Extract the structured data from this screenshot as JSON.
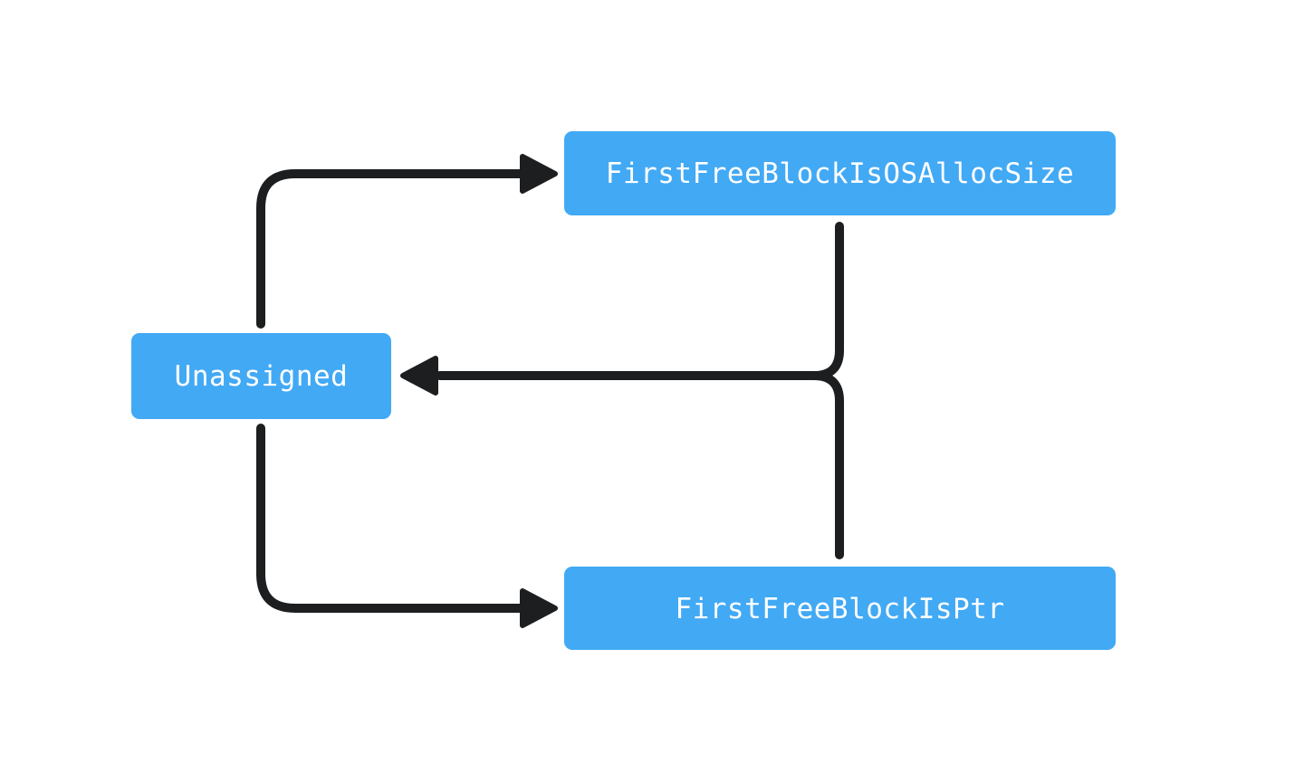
{
  "diagram": {
    "background_color": "#ffffff",
    "node_fill_color": "#42a9f5",
    "node_text_color": "#ffffff",
    "edge_color": "#1d1e20",
    "nodes": {
      "unassigned": {
        "label": "Unassigned"
      },
      "os_alloc_size": {
        "label": "FirstFreeBlockIsOSAllocSize"
      },
      "is_ptr": {
        "label": "FirstFreeBlockIsPtr"
      }
    },
    "edges": [
      {
        "from": "Unassigned",
        "to": "FirstFreeBlockIsOSAllocSize"
      },
      {
        "from": "Unassigned",
        "to": "FirstFreeBlockIsPtr"
      },
      {
        "from": "FirstFreeBlockIsOSAllocSize",
        "to": "Unassigned"
      },
      {
        "from": "FirstFreeBlockIsPtr",
        "to": "Unassigned"
      }
    ]
  }
}
